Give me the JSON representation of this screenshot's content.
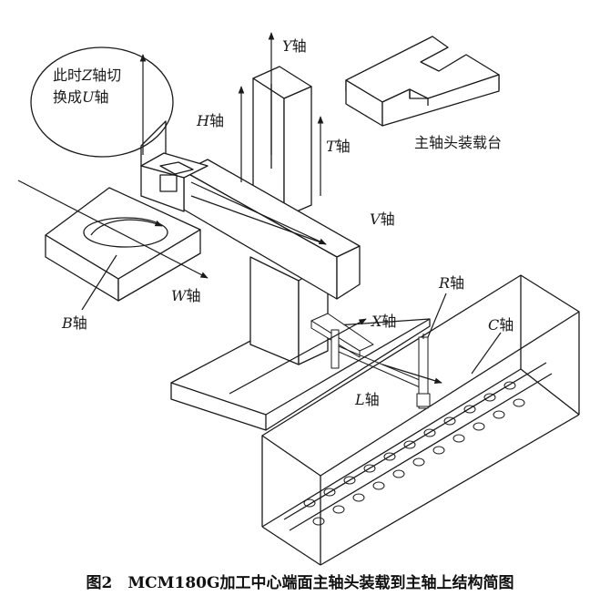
{
  "labels": {
    "y_axis": {
      "var": "Y",
      "suffix": "轴"
    },
    "h_axis": {
      "var": "H",
      "suffix": "轴"
    },
    "t_axis": {
      "var": "T",
      "suffix": "轴"
    },
    "v_axis": {
      "var": "V",
      "suffix": "轴"
    },
    "w_axis": {
      "var": "W",
      "suffix": "轴"
    },
    "b_axis": {
      "var": "B",
      "suffix": "轴"
    },
    "x_axis": {
      "var": "X",
      "suffix": "轴"
    },
    "r_axis": {
      "var": "R",
      "suffix": "轴"
    },
    "c_axis": {
      "var": "C",
      "suffix": "轴"
    },
    "l_axis": {
      "var": "L",
      "suffix": "轴"
    },
    "bubble_line1": {
      "pre": "此时",
      "var": "Z",
      "post": "轴切"
    },
    "bubble_line2": {
      "pre": "换成",
      "var": "U",
      "post": "轴"
    },
    "station": "主轴头装载台"
  },
  "caption": "图2　MCM180G加工中心端面主轴头装载到主轴上结构简图"
}
